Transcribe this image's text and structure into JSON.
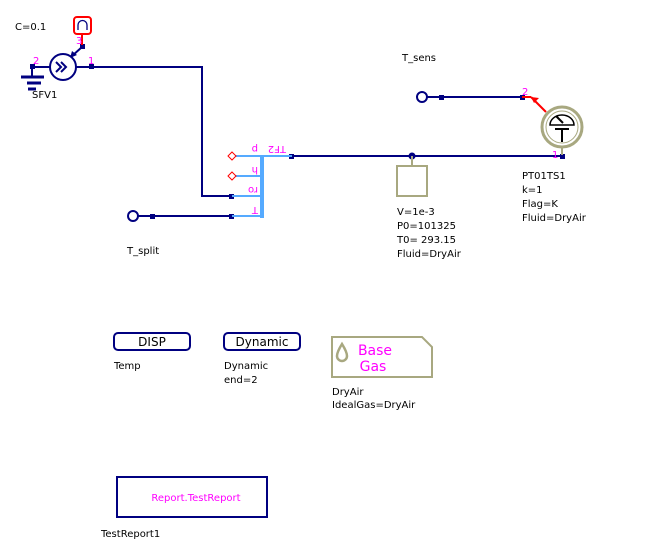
{
  "colors": {
    "wire": "#000080",
    "bus": "#55aaff",
    "pin_label": "#ff00ff",
    "signal": "#ff0000",
    "component_outline": "#a8a880"
  },
  "source": {
    "param": "C=0.1",
    "name": "SFV1",
    "pins": [
      "1",
      "2",
      "3"
    ],
    "icon": "pump-icon",
    "input_icon": "cap-icon"
  },
  "split": {
    "name": "TF2",
    "ports": [
      "p",
      "h",
      "ro",
      "T"
    ],
    "sensor_name": "T_split"
  },
  "sensor": {
    "name": "T_sens",
    "component": "PT01TS1",
    "params": [
      "k=1",
      "Flag=K",
      "Fluid=DryAir"
    ],
    "pins": [
      "1",
      "2"
    ],
    "icon": "thermometer-gauge-icon"
  },
  "volume": {
    "params": [
      "V=1e-3",
      "P0=101325",
      "T0= 293.15",
      "Fluid=DryAir"
    ]
  },
  "disp": {
    "label": "DISP",
    "name": "Temp"
  },
  "dynamic": {
    "label": "Dynamic",
    "name": "Dynamic",
    "params": [
      "end=2"
    ]
  },
  "basegas": {
    "label_line1": "Base",
    "label_line2": "Gas",
    "name": "DryAir",
    "params": [
      "IdealGas=DryAir"
    ],
    "icon": "droplet-icon"
  },
  "report": {
    "label": "Report.TestReport",
    "name": "TestReport1"
  }
}
